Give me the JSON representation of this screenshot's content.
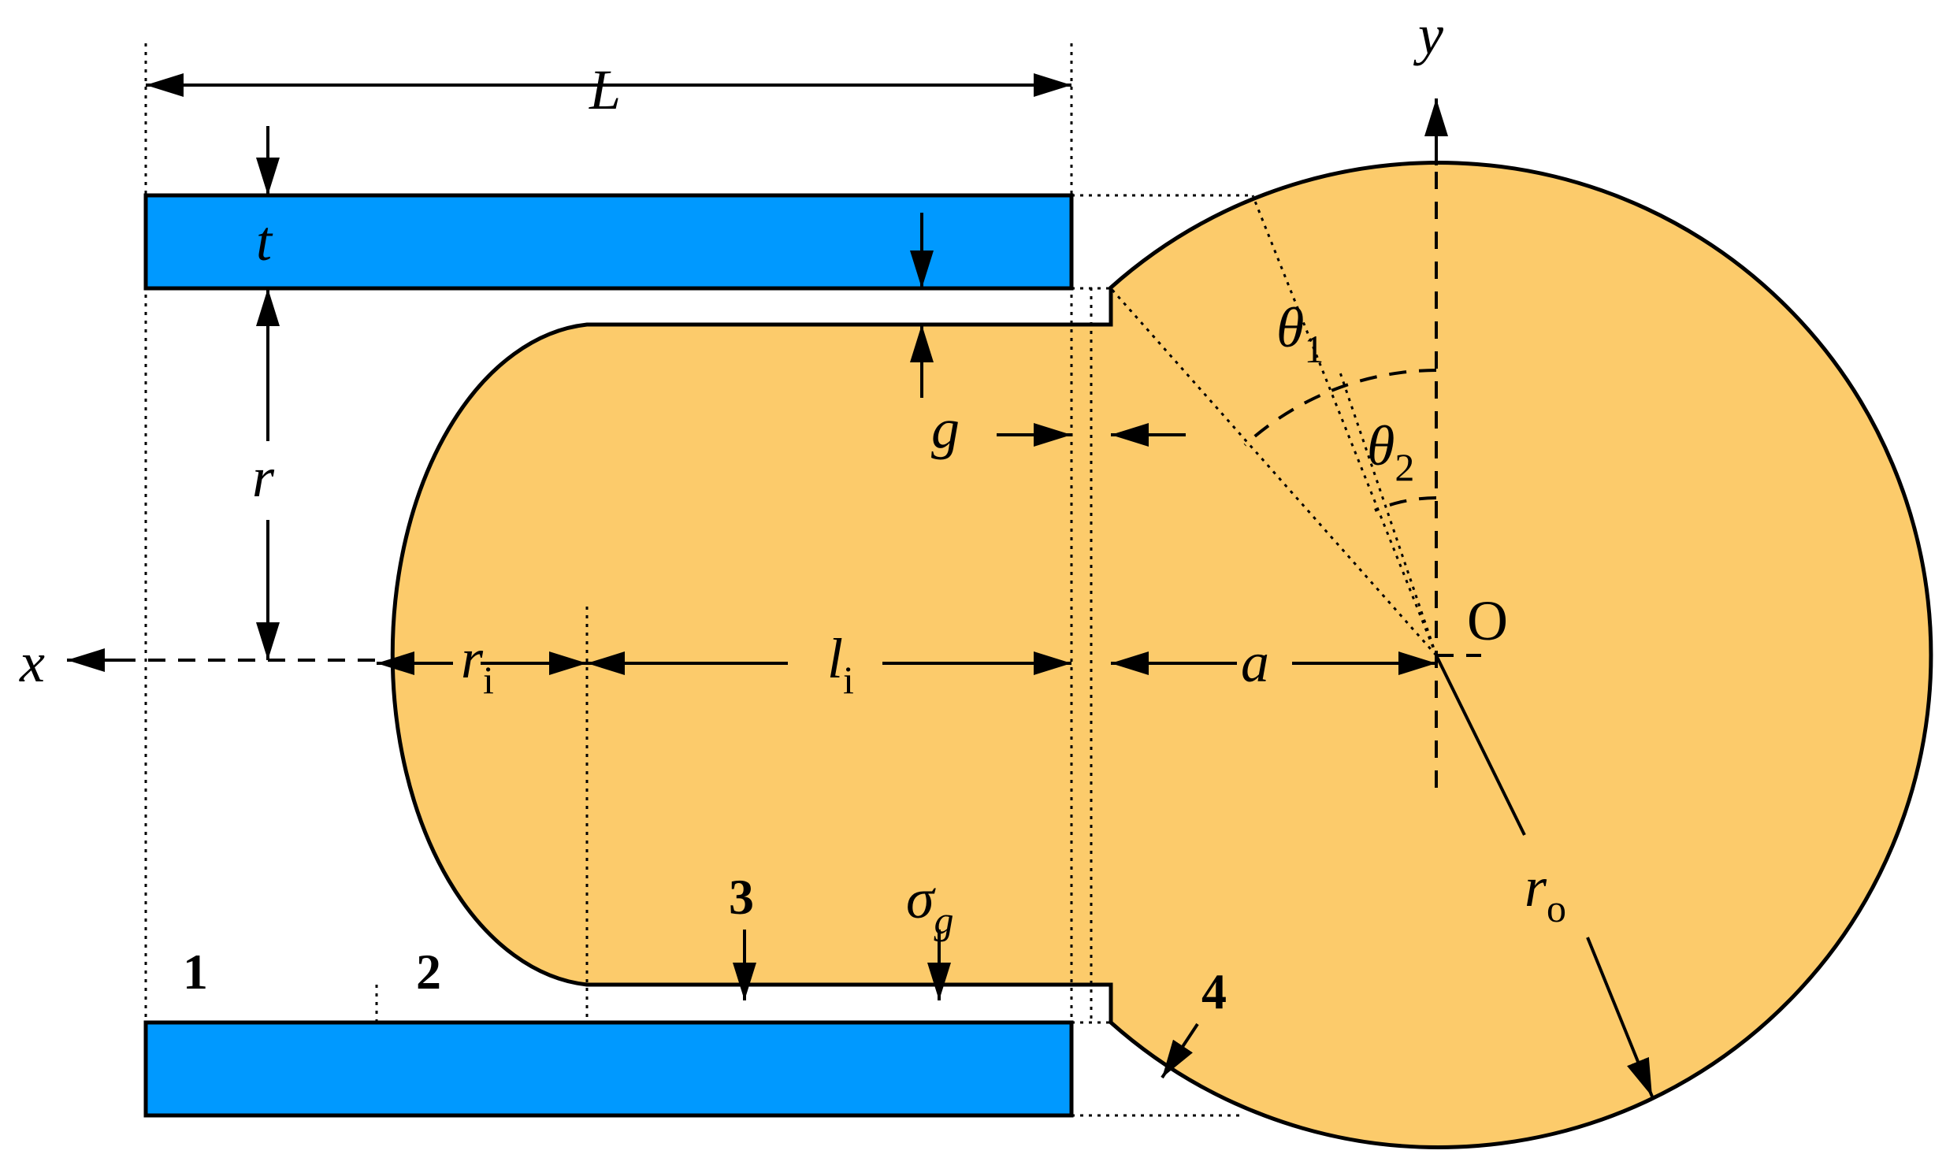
{
  "labels": {
    "L": "L",
    "t": "t",
    "r": "r",
    "x": "x",
    "y": "y",
    "origin": "O",
    "g": "g",
    "r_i": "r",
    "r_i_sub": "i",
    "l_i": "l",
    "l_i_sub": "i",
    "a": "a",
    "theta1": "θ",
    "theta1_sub": "1",
    "theta2": "θ",
    "theta2_sub": "2",
    "r_o": "r",
    "r_o_sub": "o",
    "sigma_g": "σ",
    "sigma_g_sub": "g"
  },
  "regions": [
    "1",
    "2",
    "3",
    "4"
  ],
  "colors": {
    "insulator": "#0099ff",
    "conductor": "#fccb6b",
    "outline": "#000000"
  }
}
